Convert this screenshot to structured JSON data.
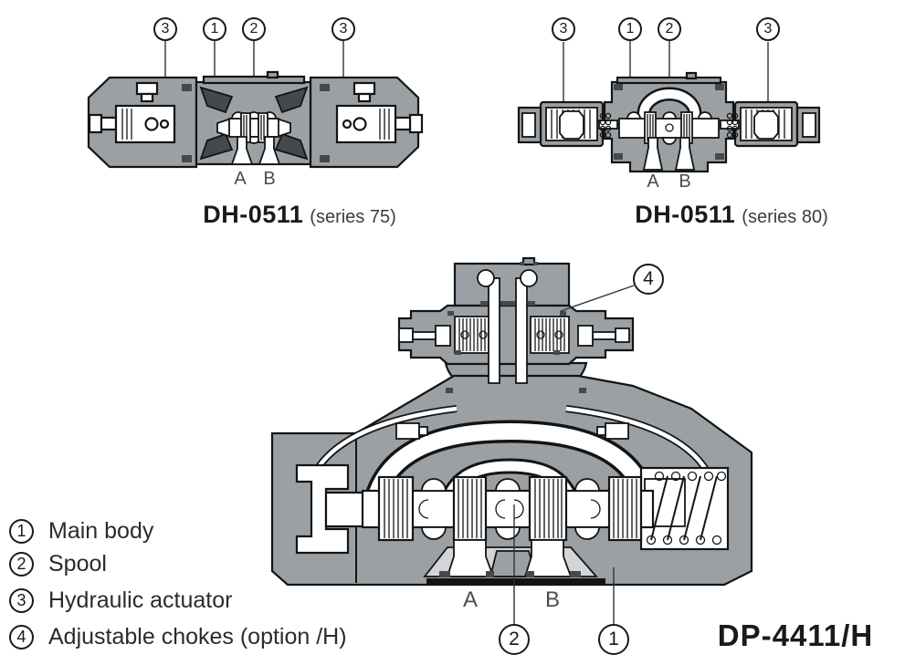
{
  "colors": {
    "body_gray": "#9aa0a4",
    "dark_gray": "#45484c",
    "light_gray": "#d3d5d7",
    "outline": "#141414",
    "text": "#2b2b2b"
  },
  "figures": {
    "series75": {
      "model": "DH-0511",
      "series_note": "(series 75)",
      "callouts": {
        "c3L": "3",
        "c1": "1",
        "c2": "2",
        "c3R": "3"
      },
      "ports": {
        "a": "A",
        "b": "B"
      }
    },
    "series80": {
      "model": "DH-0511",
      "series_note": "(series 80)",
      "callouts": {
        "c3L": "3",
        "c1": "1",
        "c2": "2",
        "c3R": "3"
      },
      "ports": {
        "a": "A",
        "b": "B"
      }
    },
    "dp4411": {
      "model": "DP-4411/H",
      "callouts": {
        "c4": "4",
        "c2": "2",
        "c1": "1"
      },
      "ports": {
        "a": "A",
        "b": "B"
      }
    }
  },
  "legend": {
    "items": [
      {
        "num": "1",
        "label": "Main body"
      },
      {
        "num": "2",
        "label": "Spool"
      },
      {
        "num": "3",
        "label": "Hydraulic actuator"
      },
      {
        "num": "4",
        "label": "Adjustable chokes (option /H)"
      }
    ]
  }
}
